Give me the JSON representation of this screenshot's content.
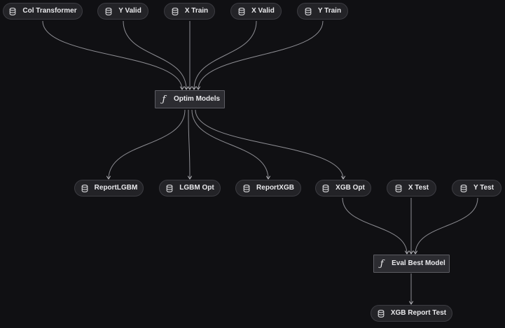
{
  "graph": {
    "nodes": [
      {
        "id": "col_transformer",
        "label": "Col Transformer",
        "kind": "data",
        "icon": "database-icon"
      },
      {
        "id": "y_valid",
        "label": "Y Valid",
        "kind": "data",
        "icon": "database-icon"
      },
      {
        "id": "x_train",
        "label": "X Train",
        "kind": "data",
        "icon": "database-icon"
      },
      {
        "id": "x_valid",
        "label": "X Valid",
        "kind": "data",
        "icon": "database-icon"
      },
      {
        "id": "y_train",
        "label": "Y Train",
        "kind": "data",
        "icon": "database-icon"
      },
      {
        "id": "optim_models",
        "label": "Optim Models",
        "kind": "function",
        "icon": "function-icon"
      },
      {
        "id": "report_lgbm",
        "label": "ReportLGBM",
        "kind": "data",
        "icon": "database-icon"
      },
      {
        "id": "lgbm_opt",
        "label": "LGBM Opt",
        "kind": "data",
        "icon": "database-icon"
      },
      {
        "id": "report_xgb",
        "label": "ReportXGB",
        "kind": "data",
        "icon": "database-icon"
      },
      {
        "id": "xgb_opt",
        "label": "XGB Opt",
        "kind": "data",
        "icon": "database-icon"
      },
      {
        "id": "x_test",
        "label": "X Test",
        "kind": "data",
        "icon": "database-icon"
      },
      {
        "id": "y_test",
        "label": "Y Test",
        "kind": "data",
        "icon": "database-icon"
      },
      {
        "id": "eval_best_model",
        "label": "Eval Best Model",
        "kind": "function",
        "icon": "function-icon"
      },
      {
        "id": "xgb_report_test",
        "label": "XGB Report Test",
        "kind": "data",
        "icon": "database-icon"
      }
    ],
    "edges": [
      {
        "from": "col_transformer",
        "to": "optim_models"
      },
      {
        "from": "y_valid",
        "to": "optim_models"
      },
      {
        "from": "x_train",
        "to": "optim_models"
      },
      {
        "from": "x_valid",
        "to": "optim_models"
      },
      {
        "from": "y_train",
        "to": "optim_models"
      },
      {
        "from": "optim_models",
        "to": "report_lgbm"
      },
      {
        "from": "optim_models",
        "to": "lgbm_opt"
      },
      {
        "from": "optim_models",
        "to": "report_xgb"
      },
      {
        "from": "optim_models",
        "to": "xgb_opt"
      },
      {
        "from": "xgb_opt",
        "to": "eval_best_model"
      },
      {
        "from": "x_test",
        "to": "eval_best_model"
      },
      {
        "from": "y_test",
        "to": "eval_best_model"
      },
      {
        "from": "eval_best_model",
        "to": "xgb_report_test"
      }
    ]
  },
  "colors": {
    "background": "#101013",
    "data_node_fill": "#232327",
    "data_node_border": "#3c3c42",
    "function_node_fill": "#2c2c31",
    "function_node_border": "#5d5d64",
    "edge": "#8e8e94",
    "text": "#e9e9ec"
  }
}
